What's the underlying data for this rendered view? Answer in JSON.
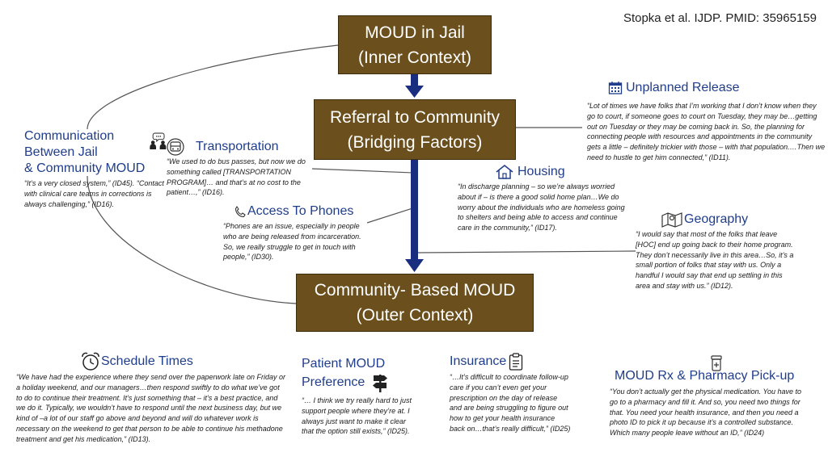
{
  "citation": "Stopka et al. IJDP. PMID: 35965159",
  "colors": {
    "box_fill": "#6b4f1c",
    "box_text": "#ffffff",
    "arrow": "#1a2e80",
    "title": "#1f3d8a",
    "connector": "#555555"
  },
  "boxes": {
    "inner": {
      "line1": "MOUD in Jail",
      "line2": "(Inner Context)"
    },
    "bridging": {
      "line1": "Referral to Community",
      "line2": "(Bridging Factors)"
    },
    "outer": {
      "line1": "Community- Based MOUD",
      "line2": "(Outer Context)"
    }
  },
  "factors": {
    "unplanned_release": {
      "icon": "calendar-icon",
      "title": "Unplanned Release",
      "quote": "“Lot of times we have folks that I’m working that I don’t know when they go to court, if someone goes to court on Tuesday, they may be…getting out on Tuesday or they may be coming back in. So, the planning for connecting people with resources and appointments in the community gets a little – definitely trickier with those – with that population.…Then we need to hustle to get him connected,” (ID11)."
    },
    "communication": {
      "icon": "people-speech-icon",
      "title_line1": "Communication",
      "title_line2": "Between Jail",
      "title_line3": "& Community MOUD",
      "quote": "“It’s a very closed system,” (ID45). “Contact with clinical care teams in corrections is always challenging,” (ID16)."
    },
    "transportation": {
      "icon": "bus-icon",
      "title": "Transportation",
      "quote": "“We used to do bus passes, but now we do something called [TRANSPORTATION PROGRAM]… and that’s at no cost to the patient…,” (ID16)."
    },
    "housing": {
      "icon": "house-icon",
      "title": "Housing",
      "quote": "“In discharge planning – so we’re always worried about if – is there a good solid home plan…We do worry about the individuals who are homeless going to shelters and being able to access and continue care in the community,” (ID17)."
    },
    "phones": {
      "icon": "phone-icon",
      "title": "Access To Phones",
      "quote": "“Phones are an issue, especially in people who are being released from incarceration. So, we really struggle to get in touch with people,” (ID30)."
    },
    "geography": {
      "icon": "map-icon",
      "title": "Geography",
      "quote": "“I would say that most of the folks that leave [HOC] end up going back to their home program. They don’t necessarily live in this area…So, it’s a small portion of folks that stay with us. Only a handful I would say that end up settling in this area and stay with us.” (ID12)."
    },
    "schedule": {
      "icon": "alarm-clock-icon",
      "title": "Schedule Times",
      "quote": "“We have had the experience where they send over the paperwork late on Friday or a holiday weekend, and our managers…then respond swiftly to do what we’ve got to do to continue their treatment. It’s just something that – it’s a best practice, and we do it. Typically, we wouldn’t have to respond until the next business day, but we kind of –a lot of our staff go above and beyond and will do whatever work is necessary on the weekend to get that person to be able to continue his methadone treatment and get his medication,” (ID13)."
    },
    "preference": {
      "icon": "signpost-icon",
      "title_line1": "Patient MOUD",
      "title_line2": "Preference",
      "quote": "“… I think we try really hard to just support people where they’re at. I always just want to make it clear that the option still exists,” (ID25)."
    },
    "insurance": {
      "icon": "clipboard-icon",
      "title": "Insurance",
      "quote": "“…It’s difficult to coordinate follow-up care if you can’t even get your prescription on the day of release and are being struggling to figure out how to get your health insurance back on…that’s really difficult,” (ID25)"
    },
    "moud_rx": {
      "icon": "pill-bottle-icon",
      "title": "MOUD Rx & Pharmacy Pick-up",
      "quote": "“You don’t actually get the physical medication. You have to go to a pharmacy and fill it. And so, you need two things for that. You need your health insurance, and then you need a photo ID to pick it up because it’s a controlled substance. Which many people leave without an ID,” (ID24)"
    }
  }
}
